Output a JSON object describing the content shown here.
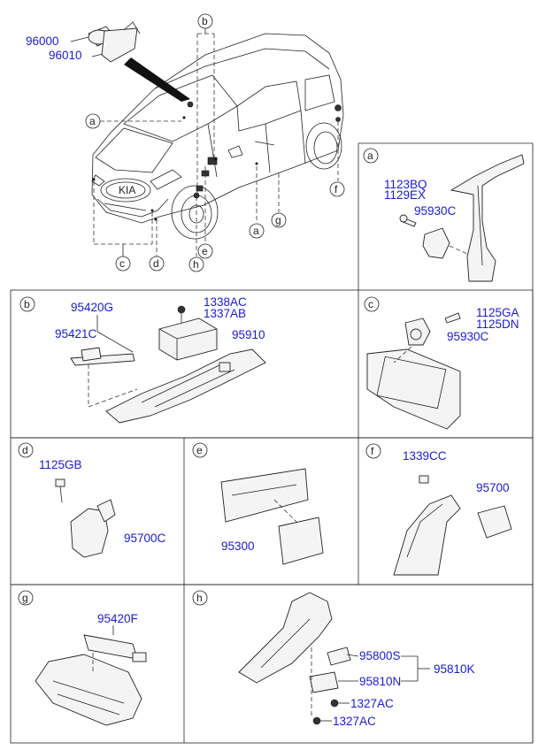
{
  "parts": {
    "p96000": "96000",
    "p96010": "96010",
    "p1123bq": "1123BQ",
    "p1129ex": "1129EX",
    "p95930c_a": "95930C",
    "p95420g": "95420G",
    "p95421c": "95421C",
    "p1338ac": "1338AC",
    "p1337ab": "1337AB",
    "p95910": "95910",
    "p1125ga": "1125GA",
    "p1125dn": "1125DN",
    "p95930c_c": "95930C",
    "p1125gb": "1125GB",
    "p95700c": "95700C",
    "p95300": "95300",
    "p1339cc": "1339CC",
    "p95700": "95700",
    "p95420f": "95420F",
    "p95800s": "95800S",
    "p95810n": "95810N",
    "p95810k": "95810K",
    "p1327ac_1": "1327AC",
    "p1327ac_2": "1327AC"
  },
  "callouts": {
    "a": "a",
    "b": "b",
    "c": "c",
    "d": "d",
    "e": "e",
    "f": "f",
    "g": "g",
    "h": "h"
  },
  "colors": {
    "part_number": "#1a1ad6",
    "line": "#222222"
  }
}
